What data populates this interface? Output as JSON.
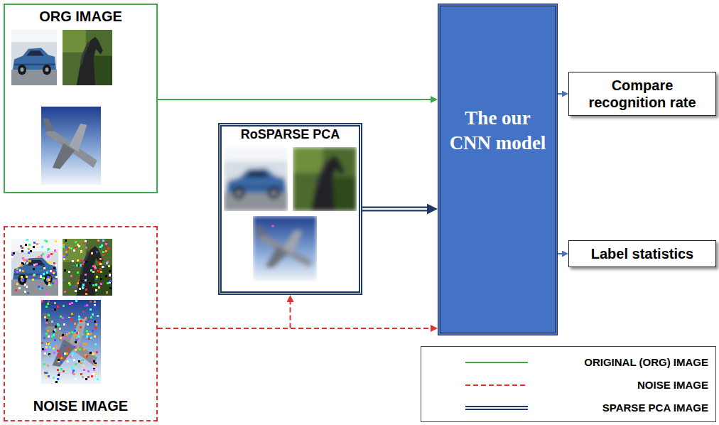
{
  "diagram": {
    "nodes": [
      {
        "text": [
          "ORG IMAGE"
        ]
      },
      {
        "text": [
          "RoSPARSE PCA"
        ]
      },
      {
        "text": [
          "The our CNN model"
        ]
      },
      {
        "text": [
          "Compare recognition rate"
        ]
      },
      {
        "text": [
          "Label statistics"
        ]
      },
      {
        "text": [
          "NOISE IMAGE"
        ]
      }
    ],
    "edges": [
      {
        "from": 0,
        "to": 2,
        "arrow": "to"
      },
      {
        "from": 1,
        "to": 2,
        "arrow": "to"
      },
      {
        "from": 5,
        "to": 1,
        "arrow": "to"
      },
      {
        "from": 5,
        "to": 2,
        "arrow": "to"
      },
      {
        "from": 2,
        "to": 3,
        "arrow": "to"
      },
      {
        "from": 2,
        "to": 4,
        "arrow": "to"
      }
    ],
    "legend": [
      {
        "text": "ORIGINAL (ORG) IMAGE"
      },
      {
        "text": "NOISE IMAGE"
      },
      {
        "text": "SPARSE PCA IMAGE"
      }
    ]
  }
}
